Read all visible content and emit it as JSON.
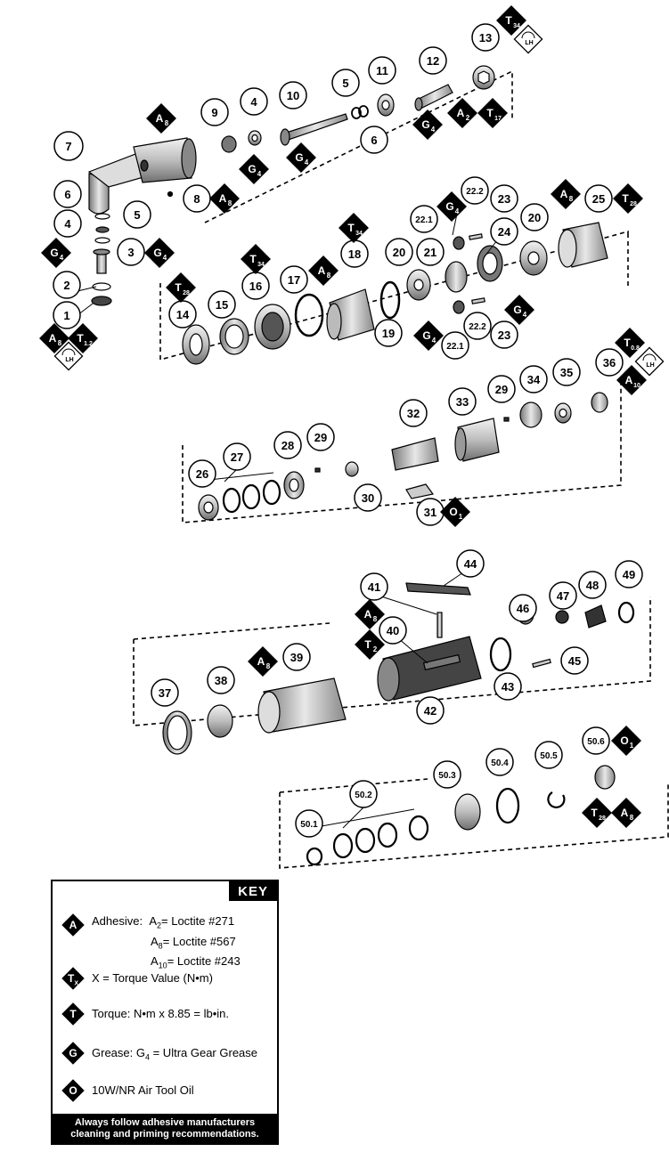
{
  "parts": {
    "p1": "1",
    "p2": "2",
    "p3": "3",
    "p4a": "4",
    "p5a": "5",
    "p6a": "6",
    "p7": "7",
    "p8": "8",
    "p9": "9",
    "p4b": "4",
    "p10": "10",
    "p5b": "5",
    "p6b": "6",
    "p11": "11",
    "p12": "12",
    "p13": "13",
    "p14": "14",
    "p15": "15",
    "p16": "16",
    "p17": "17",
    "p18": "18",
    "p19": "19",
    "p20a": "20",
    "p20b": "20",
    "p21": "21",
    "p22_1a": "22.1",
    "p22_2a": "22.2",
    "p23a": "23",
    "p24": "24",
    "p25": "25",
    "p22_1b": "22.1",
    "p22_2b": "22.2",
    "p23b": "23",
    "p26": "26",
    "p27": "27",
    "p28": "28",
    "p29a": "29",
    "p30": "30",
    "p31": "31",
    "p32": "32",
    "p33": "33",
    "p29b": "29",
    "p34": "34",
    "p35": "35",
    "p36": "36",
    "p37": "37",
    "p38": "38",
    "p39": "39",
    "p40": "40",
    "p41": "41",
    "p42": "42",
    "p43": "43",
    "p44": "44",
    "p45": "45",
    "p46": "46",
    "p47": "47",
    "p48": "48",
    "p49": "49",
    "p50_1": "50.1",
    "p50_2": "50.2",
    "p50_3": "50.3",
    "p50_4": "50.4",
    "p50_5": "50.5",
    "p50_6": "50.6"
  },
  "badges": {
    "A8": {
      "letter": "A",
      "sub": "8"
    },
    "A2": {
      "letter": "A",
      "sub": "2"
    },
    "A10": {
      "letter": "A",
      "sub": "10"
    },
    "G4": {
      "letter": "G",
      "sub": "4"
    },
    "T17": {
      "letter": "T",
      "sub": "17"
    },
    "T34": {
      "letter": "T",
      "sub": "34"
    },
    "T28": {
      "letter": "T",
      "sub": "28"
    },
    "T1_2": {
      "letter": "T",
      "sub": "1.2"
    },
    "T0_8": {
      "letter": "T",
      "sub": "0.8"
    },
    "T2": {
      "letter": "T",
      "sub": "2"
    },
    "O1": {
      "letter": "O",
      "sub": "1"
    },
    "LH": "LH"
  },
  "key": {
    "title": "KEY",
    "adhesive_label": "Adhesive:",
    "a2": "A",
    "a2_sub": "2",
    "a2_val": "= Loctite #271",
    "a8_sub": "8",
    "a8_val": "= Loctite #567",
    "a10_sub": "10",
    "a10_val": "= Loctite #243",
    "tx_icon": "T",
    "tx_sub": "X",
    "tx_text": "X = Torque Value (N•m)",
    "t_text": "Torque: N•m x 8.85 = lb•in.",
    "g_text_pre": "Grease: G",
    "g_sub": "4",
    "g_text_post": " = Ultra Gear Grease",
    "o_text": "10W/NR Air Tool Oil",
    "footer_line1": "Always follow adhesive manufacturers",
    "footer_line2": "cleaning and priming recommendations."
  },
  "colors": {
    "ink": "#000000",
    "paper": "#ffffff",
    "shade": "#cfcfcf",
    "dark": "#555555"
  },
  "icons": [
    "lh-rotation-icon",
    "adhesive-diamond-icon",
    "torque-diamond-icon",
    "grease-diamond-icon",
    "oil-diamond-icon"
  ]
}
